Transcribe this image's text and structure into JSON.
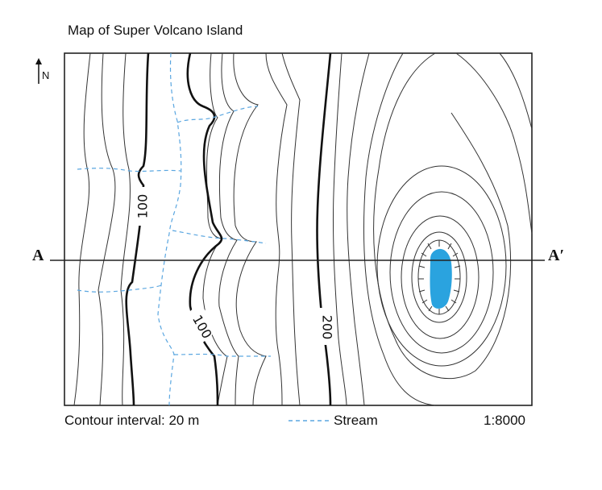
{
  "title": "Map of Super Volcano Island",
  "north_label": "N",
  "section": {
    "start_label": "A",
    "end_label": "A′"
  },
  "contour_labels": {
    "left_top": "100",
    "left_bottom": "100",
    "middle": "200"
  },
  "legend": {
    "contour_interval": "Contour interval: 20 m",
    "stream_label": "Stream",
    "scale": "1:8000"
  },
  "colors": {
    "stream": "#5aa6e0",
    "lake": "#2aa3df",
    "contour": "#222222",
    "frame": "#222222"
  }
}
